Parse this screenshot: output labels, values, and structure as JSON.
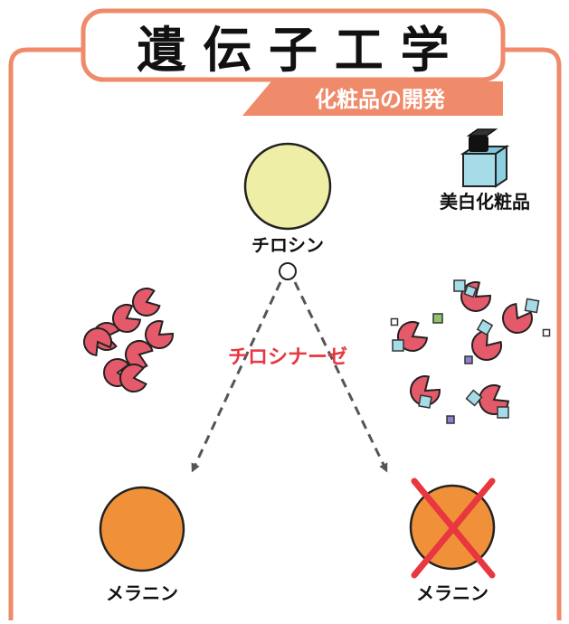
{
  "title": "遺 伝 子 工 学",
  "subtitle": "化粧品の開発",
  "cosmetic_label": "美白化粧品",
  "tyrosine_label": "チロシン",
  "enzyme_label": "チロシナーゼ",
  "melanin_left_label": "メラニン",
  "melanin_right_label": "メラニン",
  "colors": {
    "frame": "#ef8a6a",
    "subtitle_bg": "#ef8a6a",
    "tyrosine": "#eeeea6",
    "enzyme": "#e55a6a",
    "melanin": "#f0913a",
    "cross": "#e8373f",
    "enzyme_text": "#e8373f",
    "inhibitor_cyan": "#a6dce8",
    "inhibitor_green": "#8fc46a",
    "inhibitor_purple": "#8a7fd0"
  }
}
